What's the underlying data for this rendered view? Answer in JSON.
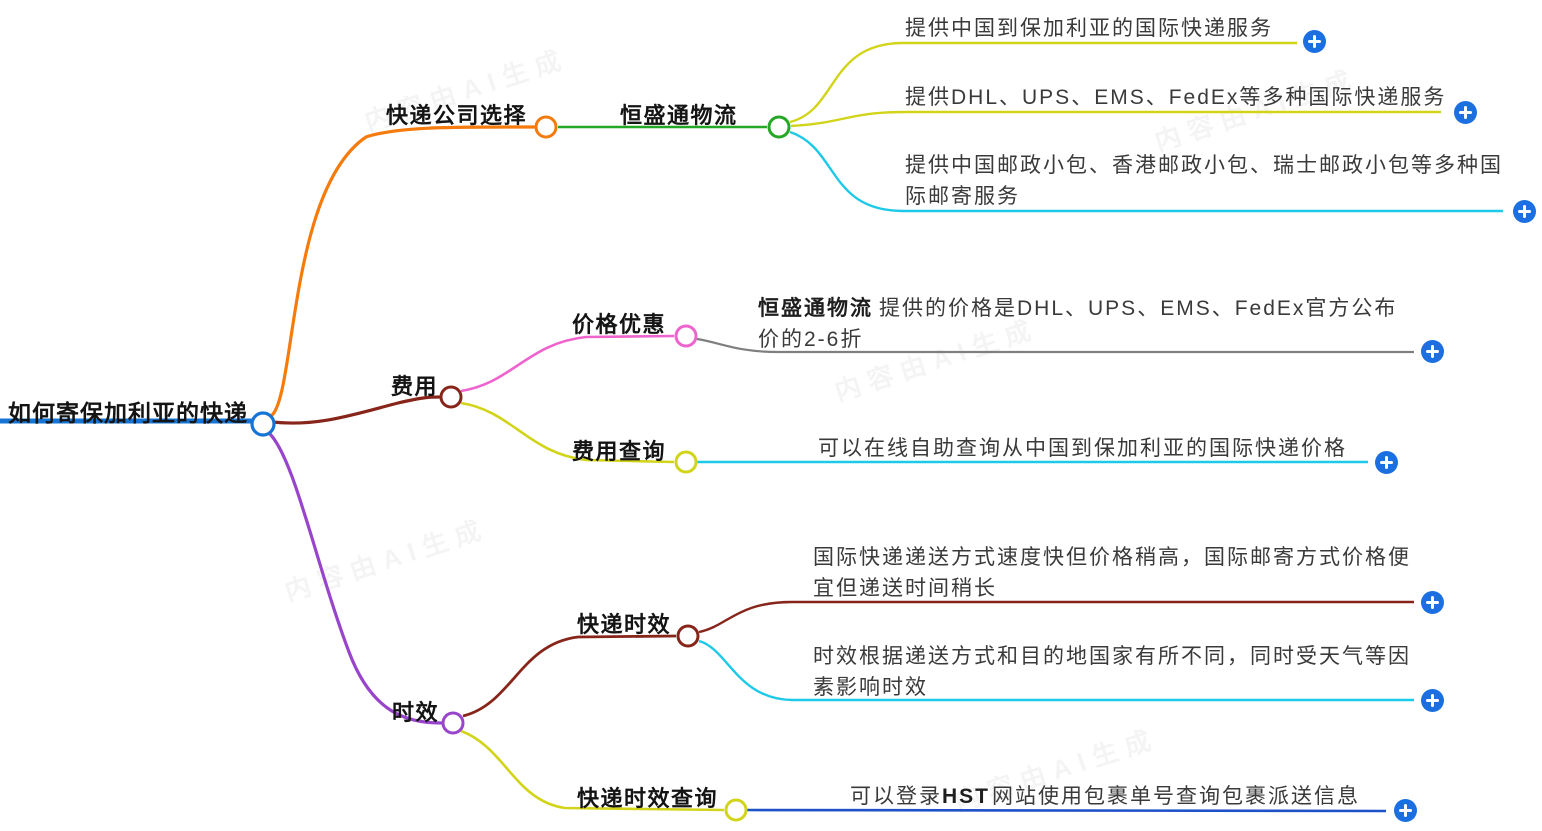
{
  "colors": {
    "root_blue": "#1674D4",
    "orange": "#F57B0D",
    "green": "#25A826",
    "yellow": "#D2D41A",
    "cyan": "#1EC9E8",
    "maroon": "#88251A",
    "pink": "#EF63CE",
    "purple": "#9845CC",
    "gray": "#7F7F7F",
    "leaf_blue": "#1E50C8",
    "plus_blue": "#1B6FE0"
  },
  "watermark": "内容由AI生成",
  "nodes": {
    "root": "如何寄保加利亚的快递",
    "company": "快递公司选择",
    "hst": "恒盛通物流",
    "fee": "费用",
    "discount": "价格优惠",
    "fee_query": "费用查询",
    "timeliness": "时效",
    "express_time": "快递时效",
    "time_query": "快递时效查询"
  },
  "leaves": {
    "l1": "提供中国到保加利亚的国际快递服务",
    "l2": "提供DHL、UPS、EMS、FedEx等多种国际快递服务",
    "l3": "提供中国邮政小包、香港邮政小包、瑞士邮政小包等多种国际邮寄服务",
    "l4_bold": "恒盛通物流",
    "l4_rest": "提供的价格是DHL、UPS、EMS、FedEx官方公布价的2-6折",
    "l5": "可以在线自助查询从中国到保加利亚的国际快递价格",
    "l6": "国际快递递送方式速度快但价格稍高，国际邮寄方式价格便宜但递送时间稍长",
    "l7": "时效根据递送方式和目的地国家有所不同，同时受天气等因素影响时效",
    "l8_pre": "可以登录",
    "l8_bold": "HST",
    "l8_post": "网站使用包裹单号查询包裹派送信息"
  }
}
